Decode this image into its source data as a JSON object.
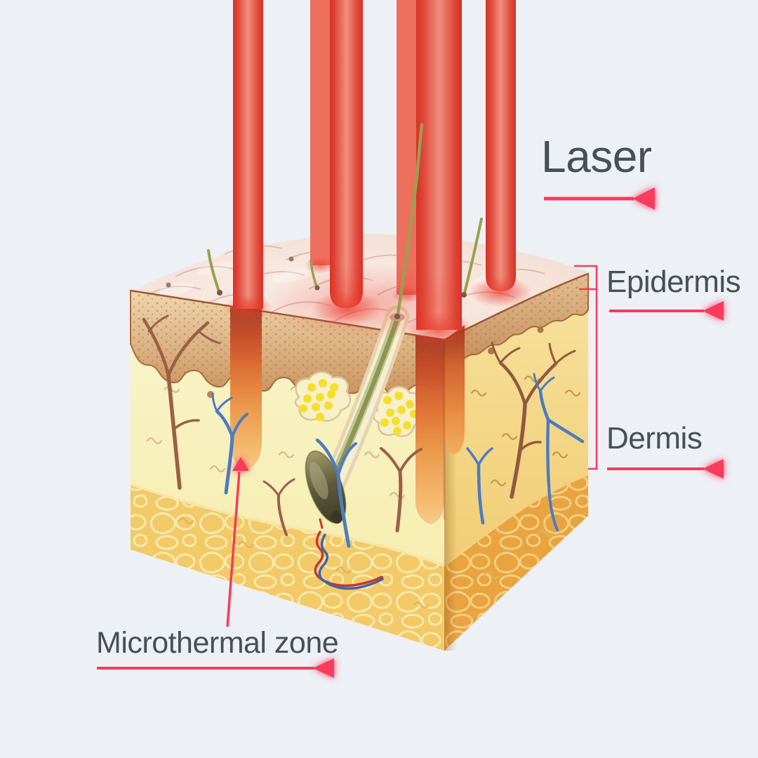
{
  "annotations": {
    "laser": {
      "label": "Laser"
    },
    "epidermis": {
      "label": "Epidermis"
    },
    "dermis": {
      "label": "Dermis"
    },
    "microthermal_zone": {
      "label": "Microthermal zone"
    }
  },
  "colors": {
    "background": "#EDF0F4",
    "label_text": "#4A4F56",
    "accent": "#F93B5D",
    "laser_beam": "#D93129",
    "laser_beam_light": "#ED6F5E",
    "skin_surface": "#F4DED4",
    "epidermis_layer": "#D5A26F",
    "dermis_layer": "#F8F1BA",
    "fat_layer": "#F2CA67",
    "fat_layer_side": "#E9A440",
    "microthermal_column": "#E8823F",
    "vessel_brown": "#9C5F45",
    "vessel_blue": "#4A7CC2",
    "hair": "#99A04E",
    "gland_dots": "#F6DF2A"
  }
}
